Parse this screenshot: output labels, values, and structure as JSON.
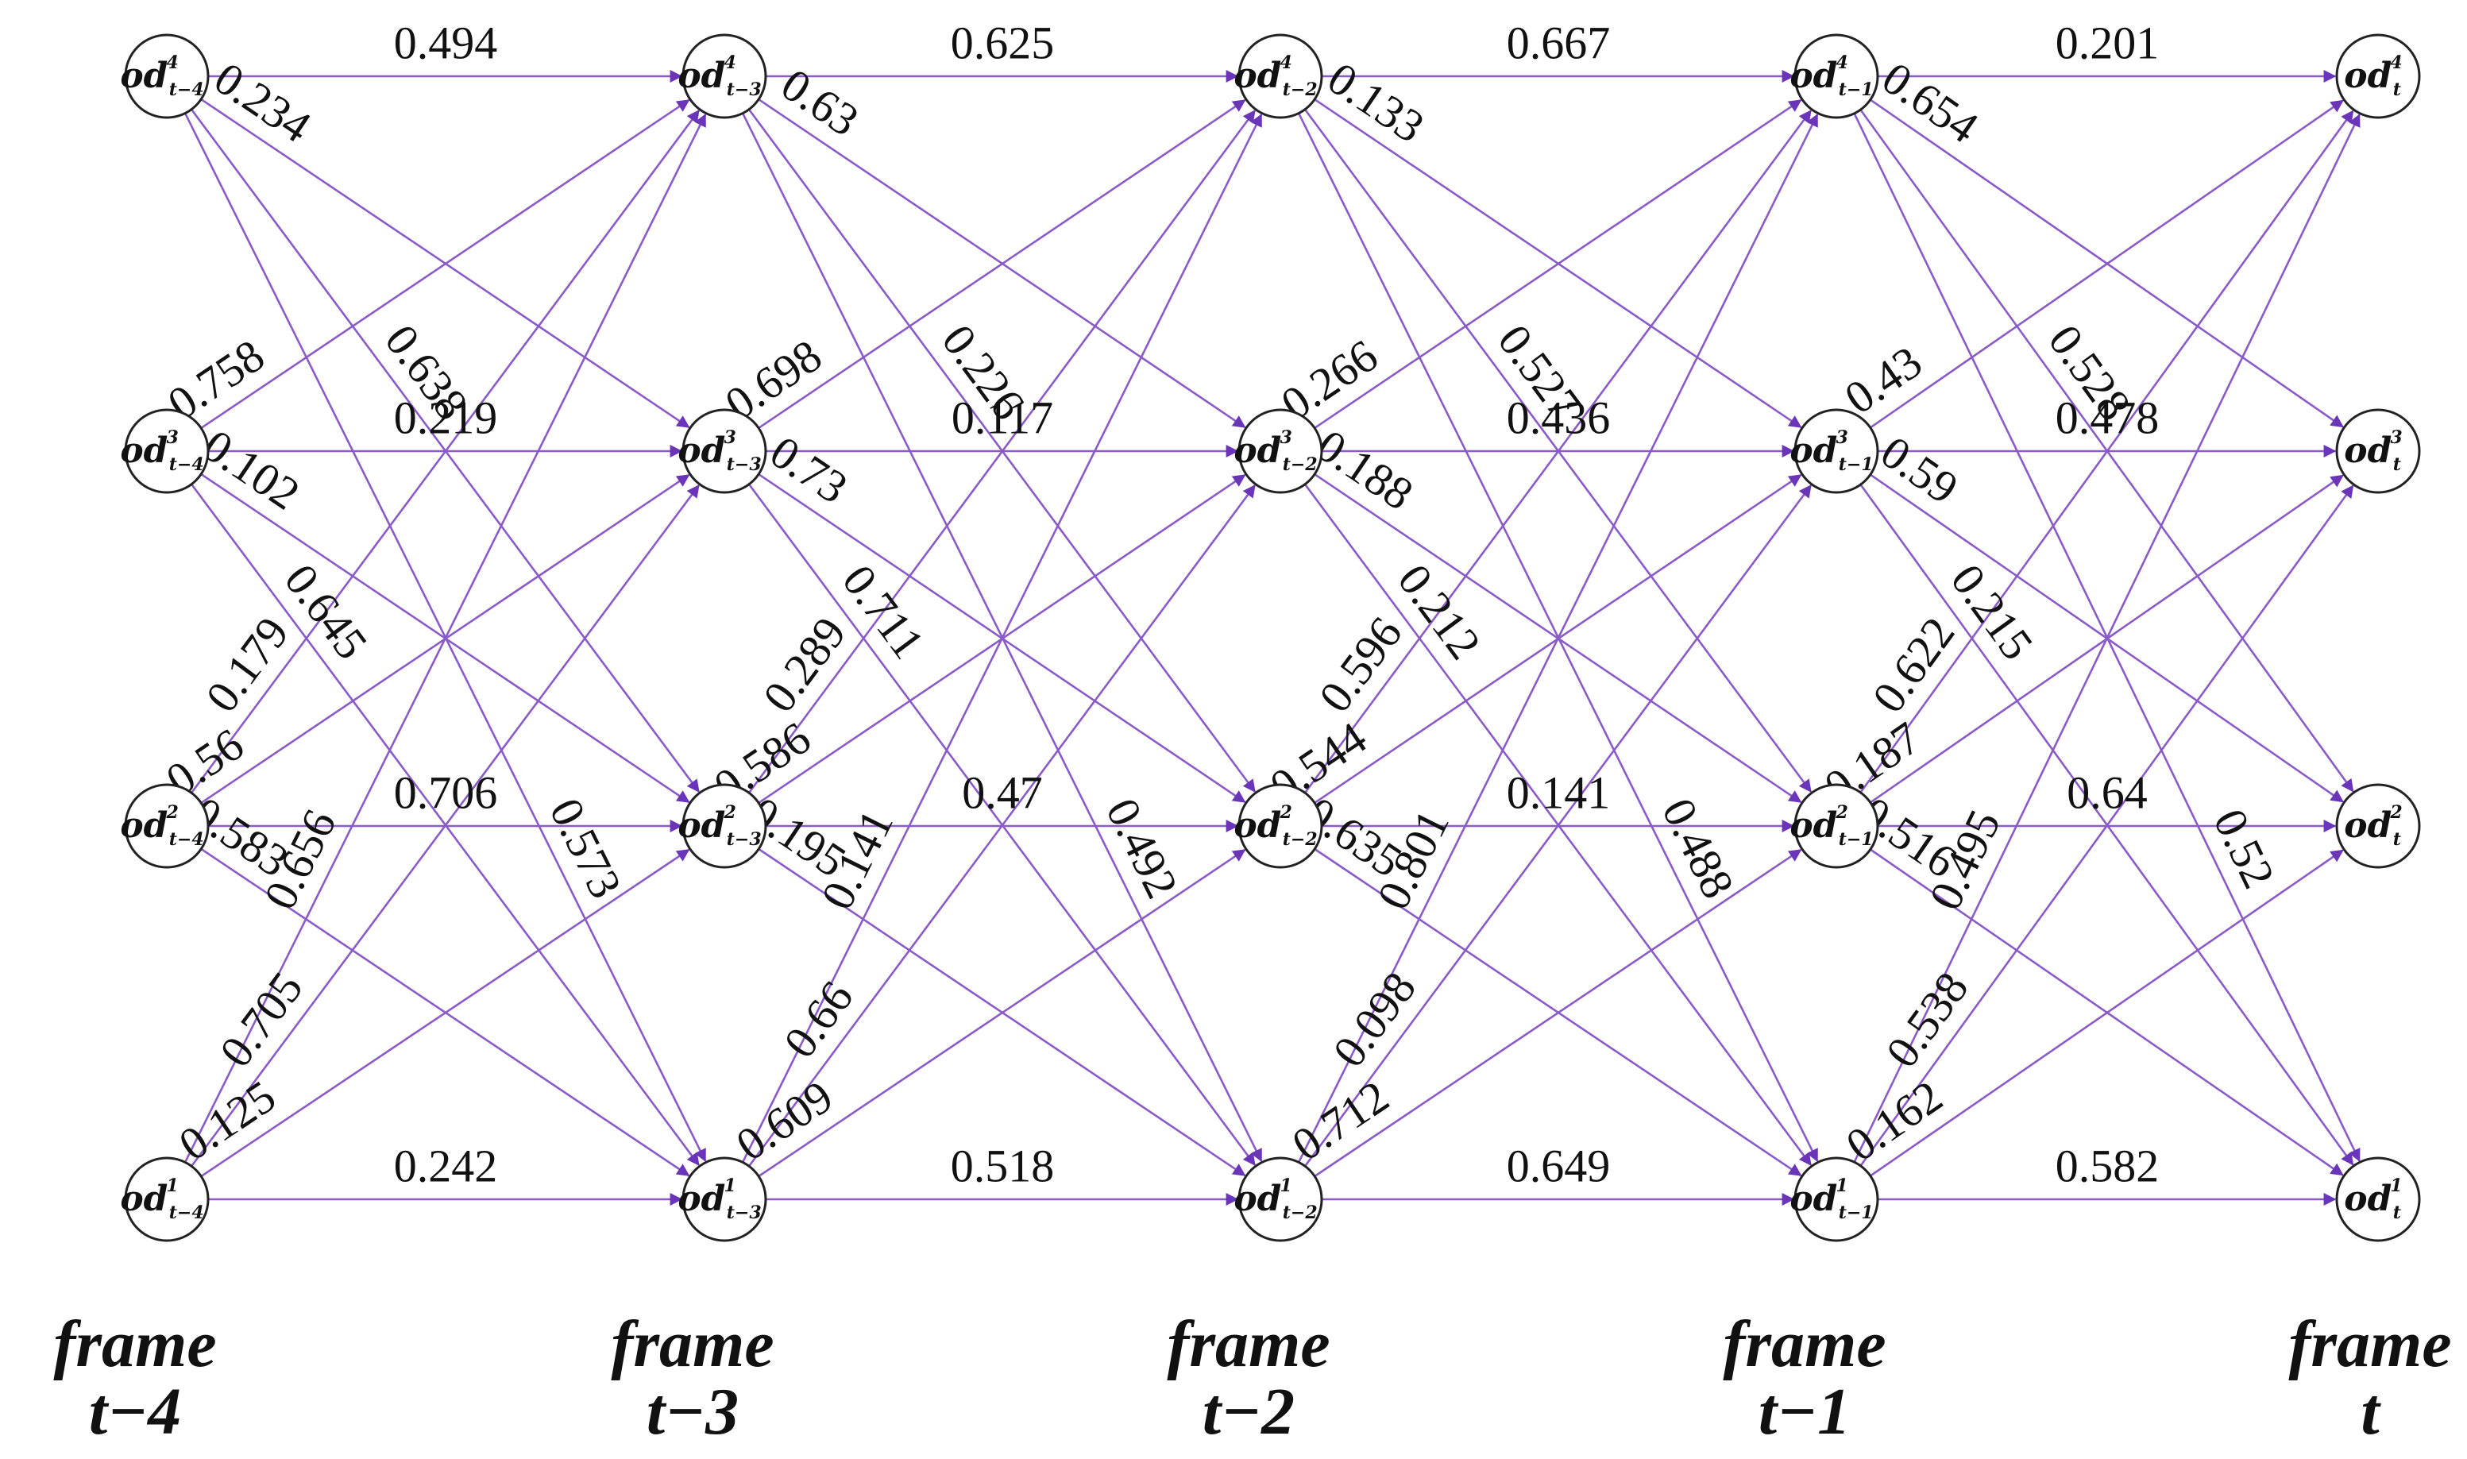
{
  "colors": {
    "edge": "#8a5bc8",
    "arrowhead": "#6a35b8",
    "node_stroke": "#222222",
    "text": "#111111"
  },
  "frames": [
    {
      "word": "frame",
      "label": "t−4",
      "node_sub": "t−4"
    },
    {
      "word": "frame",
      "label": "t−3",
      "node_sub": "t−3"
    },
    {
      "word": "frame",
      "label": "t−2",
      "node_sub": "t−2"
    },
    {
      "word": "frame",
      "label": "t−1",
      "node_sub": "t−1"
    },
    {
      "word": "frame",
      "label": "t",
      "node_sub": "t"
    }
  ],
  "node_base": "od",
  "node_rows": [
    "4",
    "3",
    "2",
    "1"
  ],
  "edges": [
    {
      "from": [
        0,
        0
      ],
      "to": [
        1,
        0
      ],
      "weight": "0.494"
    },
    {
      "from": [
        0,
        0
      ],
      "to": [
        1,
        1
      ],
      "weight": "0.234"
    },
    {
      "from": [
        0,
        0
      ],
      "to": [
        1,
        2
      ],
      "weight": "0.638"
    },
    {
      "from": [
        0,
        0
      ],
      "to": [
        1,
        3
      ],
      "weight": "0.573"
    },
    {
      "from": [
        0,
        1
      ],
      "to": [
        1,
        0
      ],
      "weight": "0.758"
    },
    {
      "from": [
        0,
        1
      ],
      "to": [
        1,
        1
      ],
      "weight": "0.219"
    },
    {
      "from": [
        0,
        1
      ],
      "to": [
        1,
        2
      ],
      "weight": "0.102"
    },
    {
      "from": [
        0,
        1
      ],
      "to": [
        1,
        3
      ],
      "weight": "0.645"
    },
    {
      "from": [
        0,
        2
      ],
      "to": [
        1,
        0
      ],
      "weight": "0.179"
    },
    {
      "from": [
        0,
        2
      ],
      "to": [
        1,
        1
      ],
      "weight": "0.56"
    },
    {
      "from": [
        0,
        2
      ],
      "to": [
        1,
        2
      ],
      "weight": "0.706"
    },
    {
      "from": [
        0,
        2
      ],
      "to": [
        1,
        3
      ],
      "weight": "0.583"
    },
    {
      "from": [
        0,
        3
      ],
      "to": [
        1,
        0
      ],
      "weight": "0.656"
    },
    {
      "from": [
        0,
        3
      ],
      "to": [
        1,
        1
      ],
      "weight": "0.705"
    },
    {
      "from": [
        0,
        3
      ],
      "to": [
        1,
        2
      ],
      "weight": "0.125"
    },
    {
      "from": [
        0,
        3
      ],
      "to": [
        1,
        3
      ],
      "weight": "0.242"
    },
    {
      "from": [
        1,
        0
      ],
      "to": [
        2,
        0
      ],
      "weight": "0.625"
    },
    {
      "from": [
        1,
        0
      ],
      "to": [
        2,
        1
      ],
      "weight": "0.63"
    },
    {
      "from": [
        1,
        0
      ],
      "to": [
        2,
        2
      ],
      "weight": "0.226"
    },
    {
      "from": [
        1,
        0
      ],
      "to": [
        2,
        3
      ],
      "weight": "0.492"
    },
    {
      "from": [
        1,
        1
      ],
      "to": [
        2,
        0
      ],
      "weight": "0.698"
    },
    {
      "from": [
        1,
        1
      ],
      "to": [
        2,
        1
      ],
      "weight": "0.117"
    },
    {
      "from": [
        1,
        1
      ],
      "to": [
        2,
        2
      ],
      "weight": "0.73"
    },
    {
      "from": [
        1,
        1
      ],
      "to": [
        2,
        3
      ],
      "weight": "0.711"
    },
    {
      "from": [
        1,
        2
      ],
      "to": [
        2,
        0
      ],
      "weight": "0.289"
    },
    {
      "from": [
        1,
        2
      ],
      "to": [
        2,
        1
      ],
      "weight": "0.586"
    },
    {
      "from": [
        1,
        2
      ],
      "to": [
        2,
        2
      ],
      "weight": "0.47"
    },
    {
      "from": [
        1,
        2
      ],
      "to": [
        2,
        3
      ],
      "weight": "0.195"
    },
    {
      "from": [
        1,
        3
      ],
      "to": [
        2,
        0
      ],
      "weight": "0.141"
    },
    {
      "from": [
        1,
        3
      ],
      "to": [
        2,
        1
      ],
      "weight": "0.66"
    },
    {
      "from": [
        1,
        3
      ],
      "to": [
        2,
        2
      ],
      "weight": "0.609"
    },
    {
      "from": [
        1,
        3
      ],
      "to": [
        2,
        3
      ],
      "weight": "0.518"
    },
    {
      "from": [
        2,
        0
      ],
      "to": [
        3,
        0
      ],
      "weight": "0.667"
    },
    {
      "from": [
        2,
        0
      ],
      "to": [
        3,
        1
      ],
      "weight": "0.133"
    },
    {
      "from": [
        2,
        0
      ],
      "to": [
        3,
        2
      ],
      "weight": "0.527"
    },
    {
      "from": [
        2,
        0
      ],
      "to": [
        3,
        3
      ],
      "weight": "0.488"
    },
    {
      "from": [
        2,
        1
      ],
      "to": [
        3,
        0
      ],
      "weight": "0.266"
    },
    {
      "from": [
        2,
        1
      ],
      "to": [
        3,
        1
      ],
      "weight": "0.436"
    },
    {
      "from": [
        2,
        1
      ],
      "to": [
        3,
        2
      ],
      "weight": "0.188"
    },
    {
      "from": [
        2,
        1
      ],
      "to": [
        3,
        3
      ],
      "weight": "0.212"
    },
    {
      "from": [
        2,
        2
      ],
      "to": [
        3,
        0
      ],
      "weight": "0.596"
    },
    {
      "from": [
        2,
        2
      ],
      "to": [
        3,
        1
      ],
      "weight": "0.544"
    },
    {
      "from": [
        2,
        2
      ],
      "to": [
        3,
        2
      ],
      "weight": "0.141"
    },
    {
      "from": [
        2,
        2
      ],
      "to": [
        3,
        3
      ],
      "weight": "0.635"
    },
    {
      "from": [
        2,
        3
      ],
      "to": [
        3,
        0
      ],
      "weight": "0.801"
    },
    {
      "from": [
        2,
        3
      ],
      "to": [
        3,
        1
      ],
      "weight": "0.098"
    },
    {
      "from": [
        2,
        3
      ],
      "to": [
        3,
        2
      ],
      "weight": "0.712"
    },
    {
      "from": [
        2,
        3
      ],
      "to": [
        3,
        3
      ],
      "weight": "0.649"
    },
    {
      "from": [
        3,
        0
      ],
      "to": [
        4,
        0
      ],
      "weight": "0.201"
    },
    {
      "from": [
        3,
        0
      ],
      "to": [
        4,
        1
      ],
      "weight": "0.654"
    },
    {
      "from": [
        3,
        0
      ],
      "to": [
        4,
        2
      ],
      "weight": "0.528"
    },
    {
      "from": [
        3,
        0
      ],
      "to": [
        4,
        3
      ],
      "weight": "0.52"
    },
    {
      "from": [
        3,
        1
      ],
      "to": [
        4,
        0
      ],
      "weight": "0.43"
    },
    {
      "from": [
        3,
        1
      ],
      "to": [
        4,
        1
      ],
      "weight": "0.478"
    },
    {
      "from": [
        3,
        1
      ],
      "to": [
        4,
        2
      ],
      "weight": "0.59"
    },
    {
      "from": [
        3,
        1
      ],
      "to": [
        4,
        3
      ],
      "weight": "0.215"
    },
    {
      "from": [
        3,
        2
      ],
      "to": [
        4,
        0
      ],
      "weight": "0.622"
    },
    {
      "from": [
        3,
        2
      ],
      "to": [
        4,
        1
      ],
      "weight": "0.187"
    },
    {
      "from": [
        3,
        2
      ],
      "to": [
        4,
        2
      ],
      "weight": "0.64"
    },
    {
      "from": [
        3,
        2
      ],
      "to": [
        4,
        3
      ],
      "weight": "0.516"
    },
    {
      "from": [
        3,
        3
      ],
      "to": [
        4,
        0
      ],
      "weight": "0.495"
    },
    {
      "from": [
        3,
        3
      ],
      "to": [
        4,
        1
      ],
      "weight": "0.538"
    },
    {
      "from": [
        3,
        3
      ],
      "to": [
        4,
        2
      ],
      "weight": "0.162"
    },
    {
      "from": [
        3,
        3
      ],
      "to": [
        4,
        3
      ],
      "weight": "0.582"
    }
  ]
}
